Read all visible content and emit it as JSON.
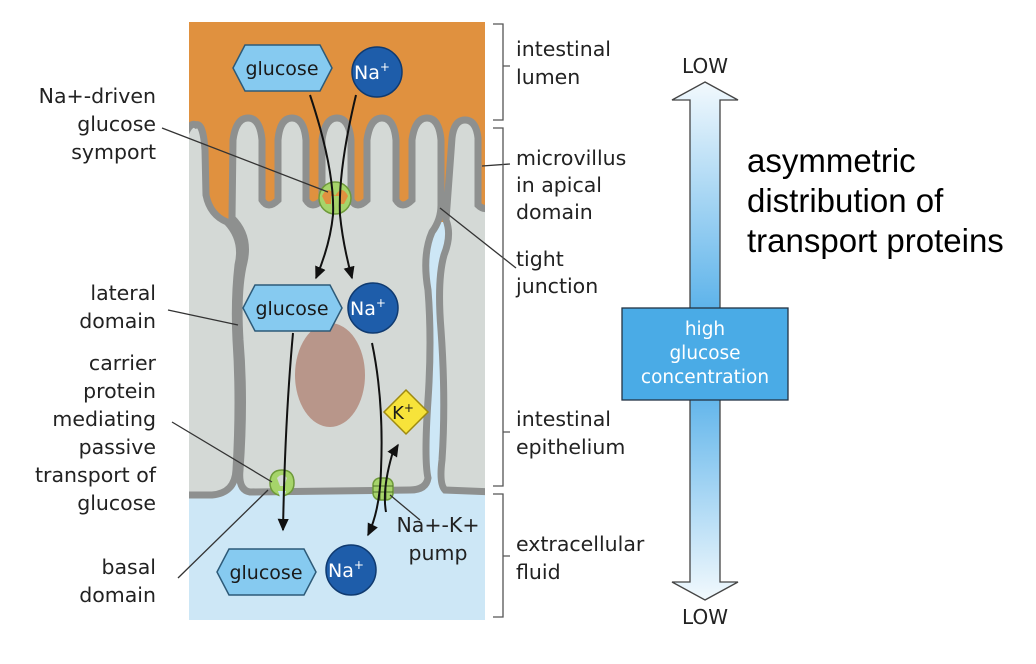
{
  "title": "asymmetric distribution of transport proteins",
  "colors": {
    "lumen": "#E0913F",
    "cytoplasm": "#D4D9D6",
    "membrane": "#8E908F",
    "extracellular": "#CDE7F6",
    "glucose": "#86CAF0",
    "sodium": "#1E5DAA",
    "potassium": "#F7E33A",
    "protein": "#A6D46A",
    "nucleus": "#B8968A",
    "gradient_box": "#4AABE6"
  },
  "molecules": {
    "glucose_label": "glucose",
    "sodium_label": "Na",
    "sodium_charge": "+",
    "potassium_label": "K",
    "potassium_charge": "+"
  },
  "left_labels": {
    "symport": [
      "Na+-driven",
      "glucose",
      "symport"
    ],
    "lateral": [
      "lateral",
      "domain"
    ],
    "carrier": [
      "carrier",
      "protein",
      "mediating",
      "passive",
      "transport of",
      "glucose"
    ],
    "basal": [
      "basal",
      "domain"
    ]
  },
  "right_labels": {
    "lumen": [
      "intestinal",
      "lumen"
    ],
    "microvillus": [
      "microvillus",
      "in apical",
      "domain"
    ],
    "tight_junction": [
      "tight",
      "junction"
    ],
    "epithelium": [
      "intestinal",
      "epithelium"
    ],
    "extracellular": [
      "extracellular",
      "fluid"
    ],
    "pump": [
      "Na+-K+",
      "pump"
    ]
  },
  "gradient": {
    "top_label": "LOW",
    "bottom_label": "LOW",
    "box_lines": [
      "high",
      "glucose",
      "concentration"
    ]
  },
  "side_title_lines": [
    "asymmetric",
    "distribution of",
    "transport proteins"
  ]
}
